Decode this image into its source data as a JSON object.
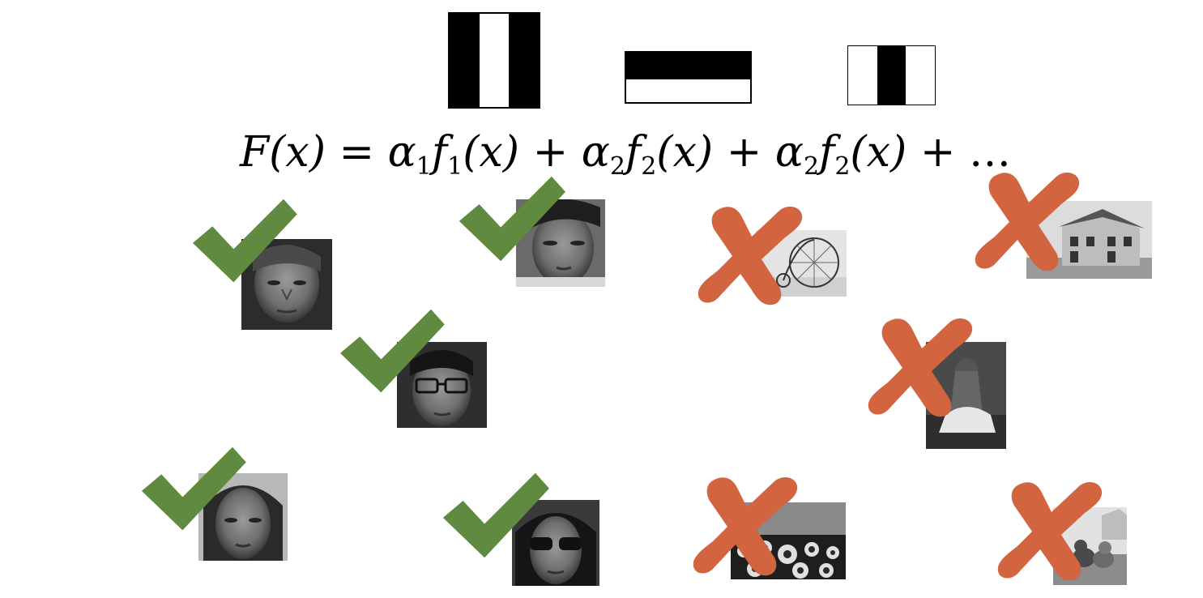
{
  "formula": {
    "lhs": "F(x)",
    "eq": "=",
    "t1_coef": "α",
    "t1_coef_sub": "1",
    "t1_func": "f",
    "t1_func_sub": "1",
    "t1_arg": "(x)",
    "plus1": "+",
    "t2_coef": "α",
    "t2_coef_sub": "2",
    "t2_func": "f",
    "t2_func_sub": "2",
    "t2_arg": "(x)",
    "plus2": "+",
    "t3_coef": "α",
    "t3_coef_sub": "2",
    "t3_func": "f",
    "t3_func_sub": "2",
    "t3_arg": "(x)",
    "plus3": "+",
    "ellipsis": "…"
  },
  "features": [
    {
      "name": "haar-feature-vertical-three-rect",
      "pattern": "black-white-black"
    },
    {
      "name": "haar-feature-horizontal-two-rect",
      "pattern": "black-over-white"
    },
    {
      "name": "haar-feature-vertical-three-rect-small",
      "pattern": "white-black-white"
    }
  ],
  "colors": {
    "accept": "#5f8a3f",
    "reject": "#d2643f",
    "feature_dark": "#000000",
    "feature_light": "#ffffff"
  },
  "faces": [
    {
      "icon": "check-icon",
      "label": "face-1"
    },
    {
      "icon": "check-icon",
      "label": "face-2"
    },
    {
      "icon": "check-icon",
      "label": "face-3"
    },
    {
      "icon": "check-icon",
      "label": "face-4"
    },
    {
      "icon": "check-icon",
      "label": "face-5"
    }
  ],
  "non_faces": [
    {
      "icon": "cross-icon",
      "label": "penny-farthing-bicycle"
    },
    {
      "icon": "cross-icon",
      "label": "old-house"
    },
    {
      "icon": "cross-icon",
      "label": "girl-in-field"
    },
    {
      "icon": "cross-icon",
      "label": "sunflower-field"
    },
    {
      "icon": "cross-icon",
      "label": "dogs-on-dock"
    }
  ]
}
